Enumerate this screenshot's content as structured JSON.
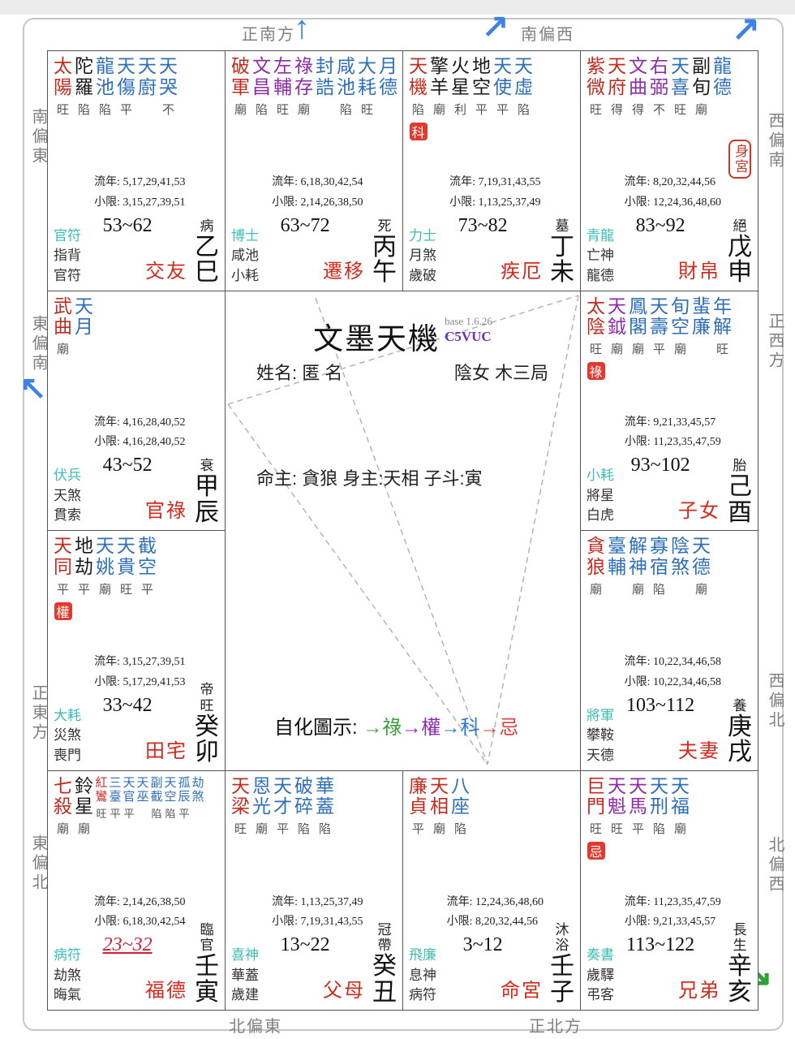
{
  "app": {
    "title": "文墨天機",
    "version": "base 1.6.26",
    "code": "C5VUC"
  },
  "profile": {
    "name_line_left": "姓名: 匿 名",
    "name_line_right": "陰女 木三局",
    "masters_line": "命主: 貪狼 身主:天相  子斗:寅"
  },
  "legend": {
    "label": "自化圖示:",
    "flow": [
      {
        "text": "祿",
        "color": "#3da03d"
      },
      {
        "text": "權",
        "color": "#8a2bb0"
      },
      {
        "text": "科",
        "color": "#2e78d0"
      },
      {
        "text": "忌",
        "color": "#d84040"
      }
    ]
  },
  "compass": {
    "top": [
      {
        "text": "正南方"
      },
      {
        "text": "南偏西"
      }
    ],
    "bottom": [
      {
        "text": "北偏東"
      },
      {
        "text": "正北方"
      }
    ],
    "left": [
      {
        "text": "南偏東"
      },
      {
        "text": "東偏南"
      },
      {
        "text": "正東方"
      },
      {
        "text": "東偏北"
      }
    ],
    "right": [
      {
        "text": "西偏南"
      },
      {
        "text": "正西方"
      },
      {
        "text": "西偏北"
      },
      {
        "text": "北偏西"
      }
    ]
  },
  "colors": {
    "star_red": "#c22c20",
    "star_purple": "#8e2ca8",
    "star_blue": "#2e6fb8",
    "star_black": "#1a1a1a",
    "arrow_blue": "#3c82e8",
    "arrow_purple": "#8a2bb0",
    "arrow_green": "#2ea03a",
    "arrow_red": "#e8503a",
    "palace_red": "#d42a1e",
    "badge_bg": "#e03a2e",
    "god_teal": "#3cbcb4",
    "dash_gray": "#b0b0b0"
  },
  "palaces": [
    {
      "name": "交友",
      "ganzhi": "乙巳",
      "stage": "病",
      "age": "53~62",
      "current": false,
      "badge": "",
      "shengong": false,
      "liunian": "流年: 5,17,29,41,53",
      "xiaoxian": "小限: 3,15,27,39,51",
      "gods": [
        "官符",
        "指背",
        "官符"
      ],
      "stars": [
        {
          "n": "太陽",
          "c": "red",
          "r": "旺"
        },
        {
          "n": "陀羅",
          "c": "black",
          "r": "陷"
        },
        {
          "n": "龍池",
          "c": "blue",
          "r": "陷"
        },
        {
          "n": "天傷",
          "c": "blue",
          "r": "平"
        },
        {
          "n": "天廚",
          "c": "blue",
          "r": ""
        },
        {
          "n": "天哭",
          "c": "blue",
          "r": "不"
        }
      ]
    },
    {
      "name": "遷移",
      "ganzhi": "丙午",
      "stage": "死",
      "age": "63~72",
      "current": false,
      "badge": "",
      "shengong": false,
      "liunian": "流年: 6,18,30,42,54",
      "xiaoxian": "小限: 2,14,26,38,50",
      "gods": [
        "博士",
        "咸池",
        "小耗"
      ],
      "stars": [
        {
          "n": "破軍",
          "c": "red",
          "r": "廟"
        },
        {
          "n": "文昌",
          "c": "purple",
          "r": "陷"
        },
        {
          "n": "左輔",
          "c": "purple",
          "r": "旺"
        },
        {
          "n": "祿存",
          "c": "purple",
          "r": "廟"
        },
        {
          "n": "封誥",
          "c": "blue",
          "r": ""
        },
        {
          "n": "咸池",
          "c": "blue",
          "r": "陷"
        },
        {
          "n": "大耗",
          "c": "blue",
          "r": "旺"
        },
        {
          "n": "月德",
          "c": "blue",
          "r": ""
        }
      ]
    },
    {
      "name": "疾厄",
      "ganzhi": "丁未",
      "stage": "墓",
      "age": "73~82",
      "current": false,
      "badge": "科",
      "shengong": false,
      "liunian": "流年: 7,19,31,43,55",
      "xiaoxian": "小限: 1,13,25,37,49",
      "gods": [
        "力士",
        "月煞",
        "歲破"
      ],
      "stars": [
        {
          "n": "天機",
          "c": "red",
          "r": "陷"
        },
        {
          "n": "擎羊",
          "c": "black",
          "r": "廟"
        },
        {
          "n": "火星",
          "c": "black",
          "r": "利"
        },
        {
          "n": "地空",
          "c": "black",
          "r": "平"
        },
        {
          "n": "天使",
          "c": "blue",
          "r": "平"
        },
        {
          "n": "天虛",
          "c": "blue",
          "r": "陷"
        }
      ]
    },
    {
      "name": "財帛",
      "ganzhi": "戊申",
      "stage": "絕",
      "age": "83~92",
      "current": false,
      "badge": "",
      "shengong": true,
      "shengong_label": "身宮",
      "liunian": "流年: 8,20,32,44,56",
      "xiaoxian": "小限: 12,24,36,48,60",
      "gods": [
        "青龍",
        "亡神",
        "龍德"
      ],
      "stars": [
        {
          "n": "紫微",
          "c": "red",
          "r": "旺"
        },
        {
          "n": "天府",
          "c": "red",
          "r": "得"
        },
        {
          "n": "文曲",
          "c": "purple",
          "r": "得"
        },
        {
          "n": "右弼",
          "c": "purple",
          "r": "不"
        },
        {
          "n": "天喜",
          "c": "blue",
          "r": "旺"
        },
        {
          "n": "副旬",
          "c": "black",
          "r": "廟"
        },
        {
          "n": "龍德",
          "c": "blue",
          "r": ""
        }
      ]
    },
    {
      "name": "官祿",
      "ganzhi": "甲辰",
      "stage": "衰",
      "age": "43~52",
      "current": false,
      "badge": "",
      "shengong": false,
      "liunian": "流年: 4,16,28,40,52",
      "xiaoxian": "小限: 4,16,28,40,52",
      "gods": [
        "伏兵",
        "天煞",
        "貫索"
      ],
      "stars": [
        {
          "n": "武曲",
          "c": "red",
          "r": "廟"
        },
        {
          "n": "天月",
          "c": "blue",
          "r": ""
        }
      ]
    },
    {
      "name": "子女",
      "ganzhi": "己酉",
      "stage": "胎",
      "age": "93~102",
      "current": false,
      "badge": "祿",
      "shengong": false,
      "liunian": "流年: 9,21,33,45,57",
      "xiaoxian": "小限: 11,23,35,47,59",
      "gods": [
        "小耗",
        "將星",
        "白虎"
      ],
      "stars": [
        {
          "n": "太陰",
          "c": "red",
          "r": "旺"
        },
        {
          "n": "天鉞",
          "c": "purple",
          "r": "廟"
        },
        {
          "n": "鳳閣",
          "c": "blue",
          "r": "廟"
        },
        {
          "n": "天壽",
          "c": "blue",
          "r": "平"
        },
        {
          "n": "旬空",
          "c": "blue",
          "r": "廟"
        },
        {
          "n": "蜚廉",
          "c": "blue",
          "r": ""
        },
        {
          "n": "年解",
          "c": "blue",
          "r": "旺"
        }
      ]
    },
    {
      "name": "田宅",
      "ganzhi": "癸卯",
      "stage": "帝旺",
      "age": "33~42",
      "current": false,
      "badge": "權",
      "shengong": false,
      "liunian": "流年: 3,15,27,39,51",
      "xiaoxian": "小限: 5,17,29,41,53",
      "gods": [
        "大耗",
        "災煞",
        "喪門"
      ],
      "stars": [
        {
          "n": "天同",
          "c": "red",
          "r": "平"
        },
        {
          "n": "地劫",
          "c": "black",
          "r": "平"
        },
        {
          "n": "天姚",
          "c": "blue",
          "r": "廟"
        },
        {
          "n": "天貴",
          "c": "blue",
          "r": "旺"
        },
        {
          "n": "截空",
          "c": "blue",
          "r": "平"
        }
      ]
    },
    {
      "name": "夫妻",
      "ganzhi": "庚戌",
      "stage": "養",
      "age": "103~112",
      "current": false,
      "badge": "",
      "shengong": false,
      "liunian": "流年: 10,22,34,46,58",
      "xiaoxian": "小限: 10,22,34,46,58",
      "gods": [
        "將軍",
        "攀鞍",
        "天德"
      ],
      "stars": [
        {
          "n": "貪狼",
          "c": "red",
          "r": "廟"
        },
        {
          "n": "臺輔",
          "c": "blue",
          "r": ""
        },
        {
          "n": "解神",
          "c": "blue",
          "r": "廟"
        },
        {
          "n": "寡宿",
          "c": "blue",
          "r": "陷"
        },
        {
          "n": "陰煞",
          "c": "blue",
          "r": ""
        },
        {
          "n": "天德",
          "c": "blue",
          "r": "廟"
        }
      ]
    },
    {
      "name": "福德",
      "ganzhi": "壬寅",
      "stage": "臨官",
      "age": "23~32",
      "current": true,
      "badge": "",
      "shengong": false,
      "liunian": "流年: 2,14,26,38,50",
      "xiaoxian": "小限: 6,18,30,42,54",
      "gods": [
        "病符",
        "劫煞",
        "晦氣"
      ],
      "stars": [
        {
          "n": "七殺",
          "c": "red",
          "r": "廟"
        },
        {
          "n": "鈴星",
          "c": "black",
          "r": "廟"
        },
        {
          "n": "紅鸞",
          "c": "red",
          "r": "旺",
          "s": "t"
        },
        {
          "n": "三臺",
          "c": "blue",
          "r": "平",
          "s": "t"
        },
        {
          "n": "天官",
          "c": "blue",
          "r": "平",
          "s": "t"
        },
        {
          "n": "天巫",
          "c": "blue",
          "r": "",
          "s": "t"
        },
        {
          "n": "副截",
          "c": "blue",
          "r": "陷",
          "s": "t"
        },
        {
          "n": "天空",
          "c": "blue",
          "r": "陷",
          "s": "t"
        },
        {
          "n": "孤辰",
          "c": "blue",
          "r": "平",
          "s": "t"
        },
        {
          "n": "劫煞",
          "c": "blue",
          "r": "",
          "s": "t"
        }
      ]
    },
    {
      "name": "父母",
      "ganzhi": "癸丑",
      "stage": "冠帶",
      "age": "13~22",
      "current": false,
      "badge": "",
      "shengong": false,
      "liunian": "流年: 1,13,25,37,49",
      "xiaoxian": "小限: 7,19,31,43,55",
      "gods": [
        "喜神",
        "華蓋",
        "歲建"
      ],
      "stars": [
        {
          "n": "天梁",
          "c": "red",
          "r": "旺"
        },
        {
          "n": "恩光",
          "c": "blue",
          "r": "廟"
        },
        {
          "n": "天才",
          "c": "blue",
          "r": "平"
        },
        {
          "n": "破碎",
          "c": "blue",
          "r": "陷"
        },
        {
          "n": "華蓋",
          "c": "blue",
          "r": "陷"
        }
      ]
    },
    {
      "name": "命宮",
      "ganzhi": "壬子",
      "stage": "沐浴",
      "age": "3~12",
      "current": false,
      "badge": "",
      "shengong": false,
      "liunian": "流年: 12,24,36,48,60",
      "xiaoxian": "小限: 8,20,32,44,56",
      "gods": [
        "飛廉",
        "息神",
        "病符"
      ],
      "stars": [
        {
          "n": "廉貞",
          "c": "red",
          "r": "平"
        },
        {
          "n": "天相",
          "c": "red",
          "r": "廟"
        },
        {
          "n": "八座",
          "c": "blue",
          "r": "陷"
        }
      ]
    },
    {
      "name": "兄弟",
      "ganzhi": "辛亥",
      "stage": "長生",
      "age": "113~122",
      "current": false,
      "badge": "忌",
      "shengong": false,
      "liunian": "流年: 11,23,35,47,59",
      "xiaoxian": "小限: 9,21,33,45,57",
      "gods": [
        "奏書",
        "歲驛",
        "弔客"
      ],
      "stars": [
        {
          "n": "巨門",
          "c": "red",
          "r": "旺"
        },
        {
          "n": "天魁",
          "c": "purple",
          "r": "旺"
        },
        {
          "n": "天馬",
          "c": "purple",
          "r": "平"
        },
        {
          "n": "天刑",
          "c": "blue",
          "r": "陷"
        },
        {
          "n": "天福",
          "c": "blue",
          "r": "廟"
        }
      ]
    }
  ]
}
